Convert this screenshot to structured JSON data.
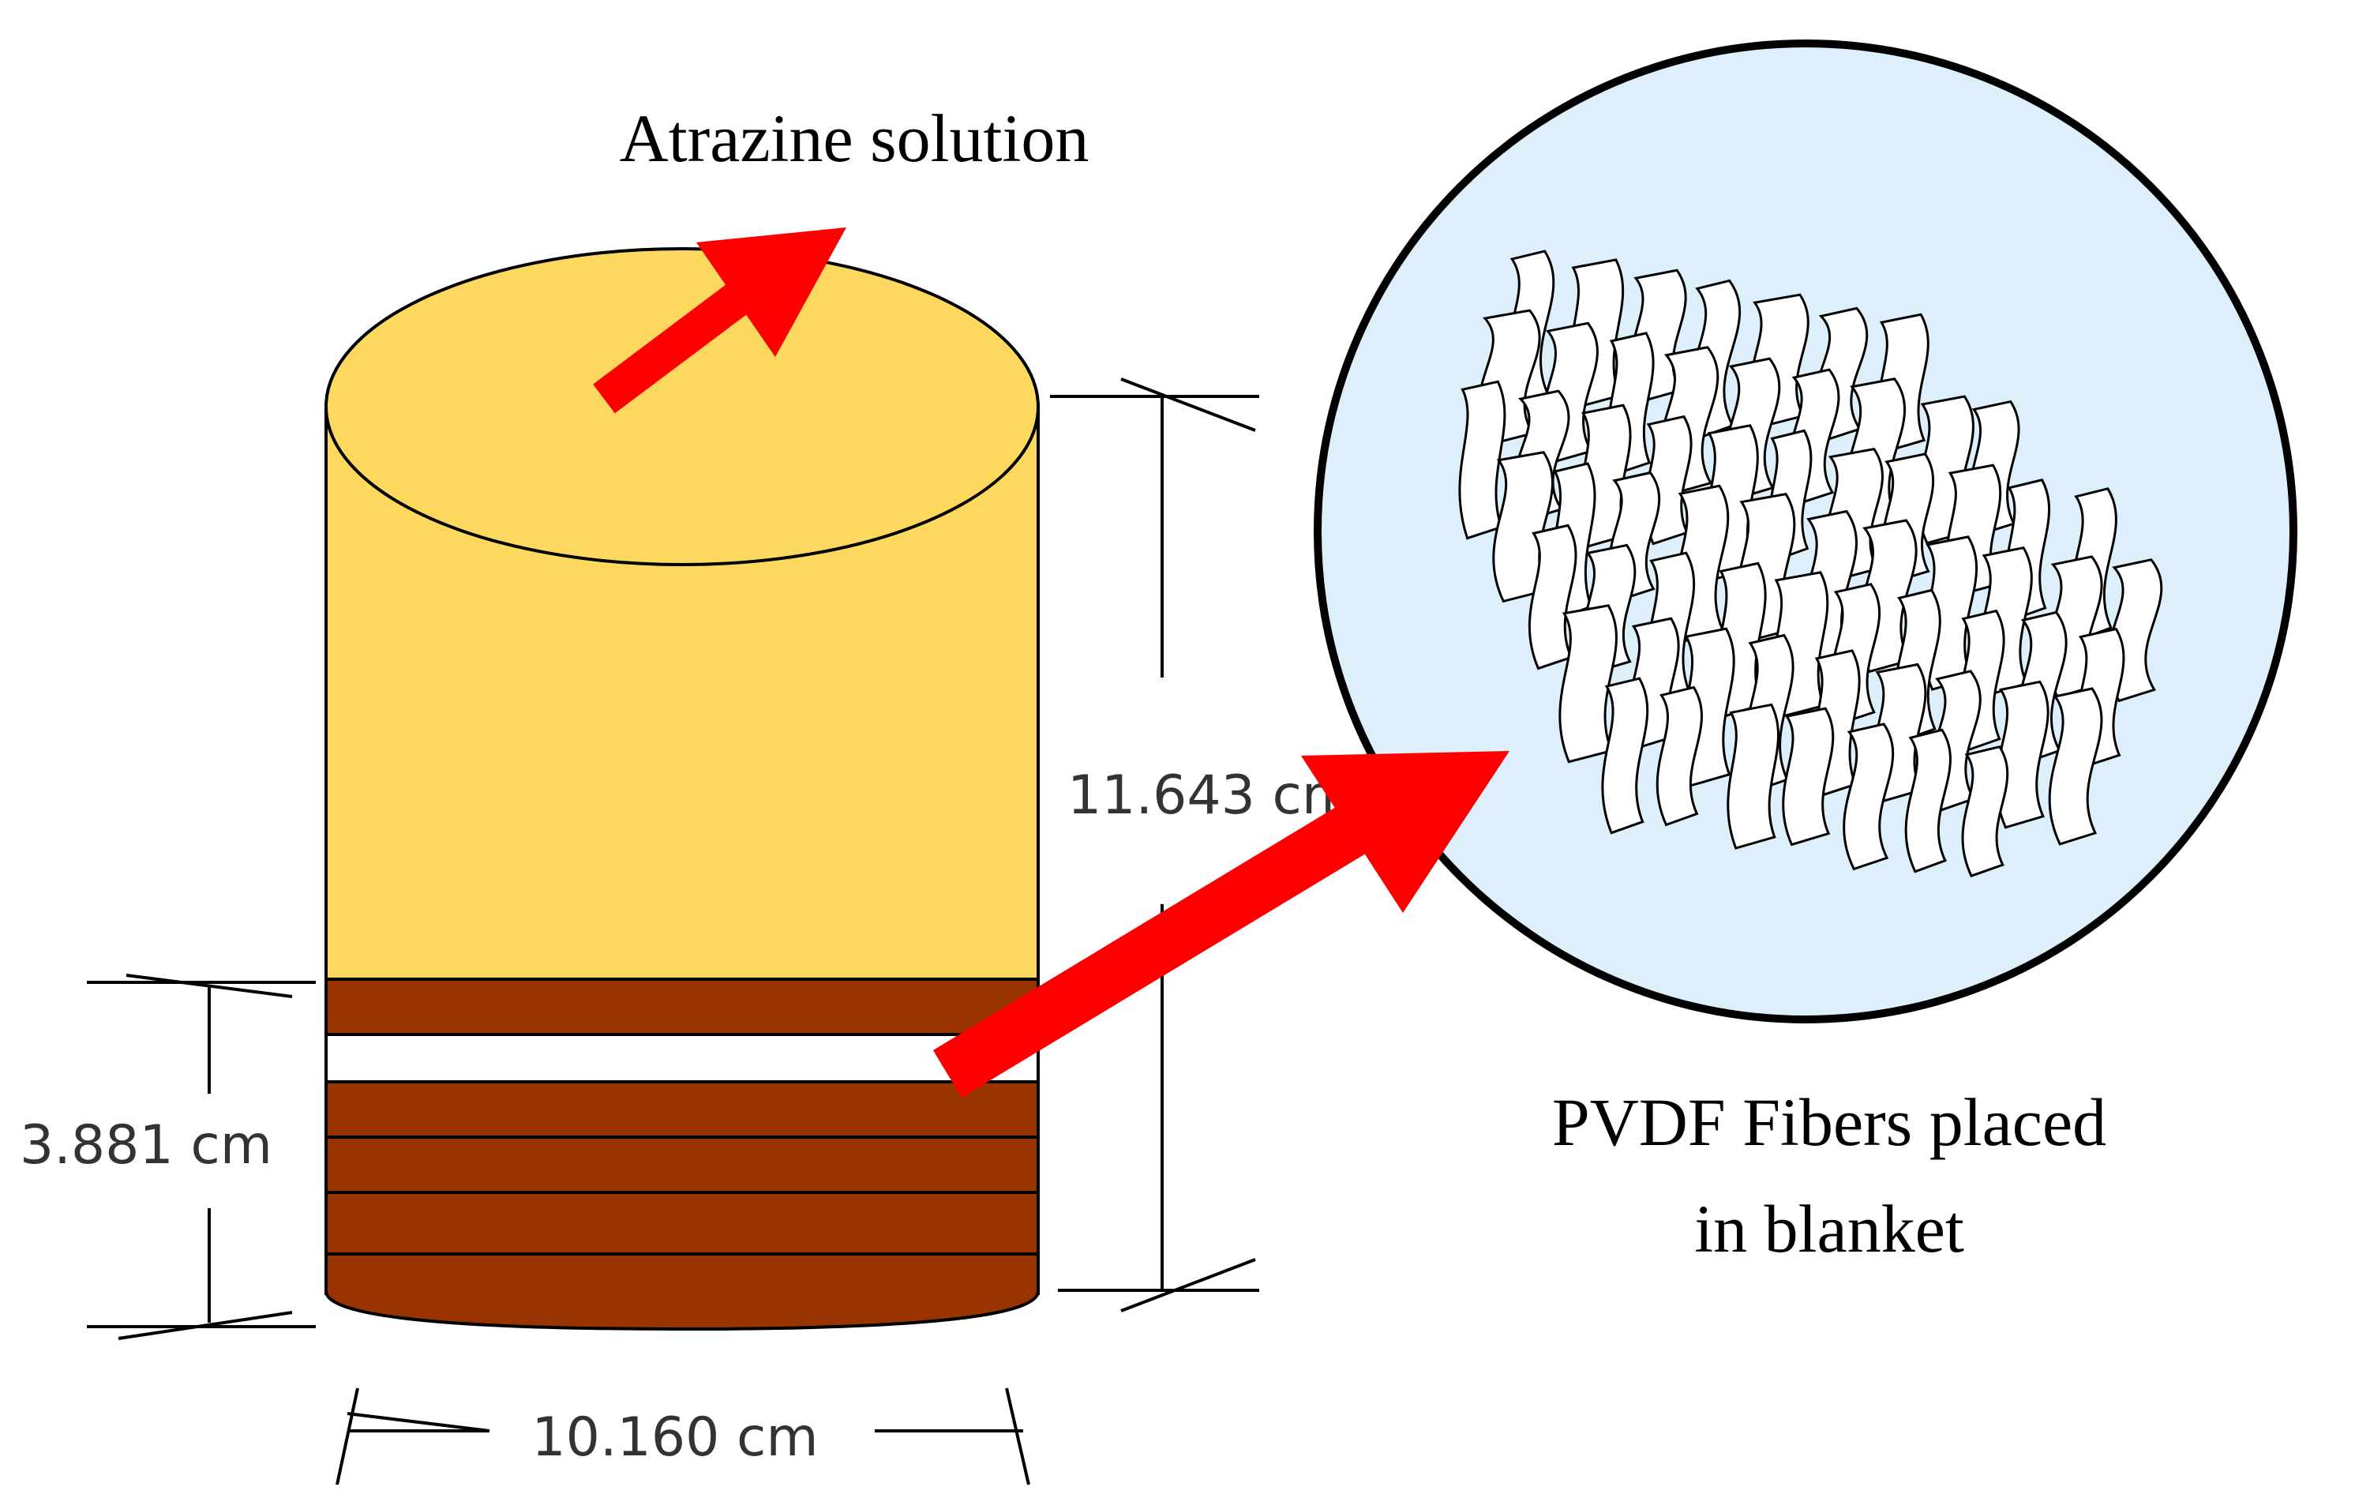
{
  "labels": {
    "flow": "Atrazine solution",
    "height": "11.643 cm",
    "bed_height": "3.881 cm",
    "diameter": "10.160 cm",
    "inset_line1": "PVDF Fibers placed",
    "inset_line2": "in blanket"
  },
  "colors": {
    "solution": "#FCD85E",
    "soil": "#993300",
    "fiber_layer": "#FFFFFF",
    "arrow": "#FF0000",
    "inset_background": "#DCEFFB",
    "outline": "#000000"
  },
  "icons": {
    "flow_arrow": "arrow-up-right-icon",
    "zoom_arrow": "arrow-up-right-icon"
  }
}
